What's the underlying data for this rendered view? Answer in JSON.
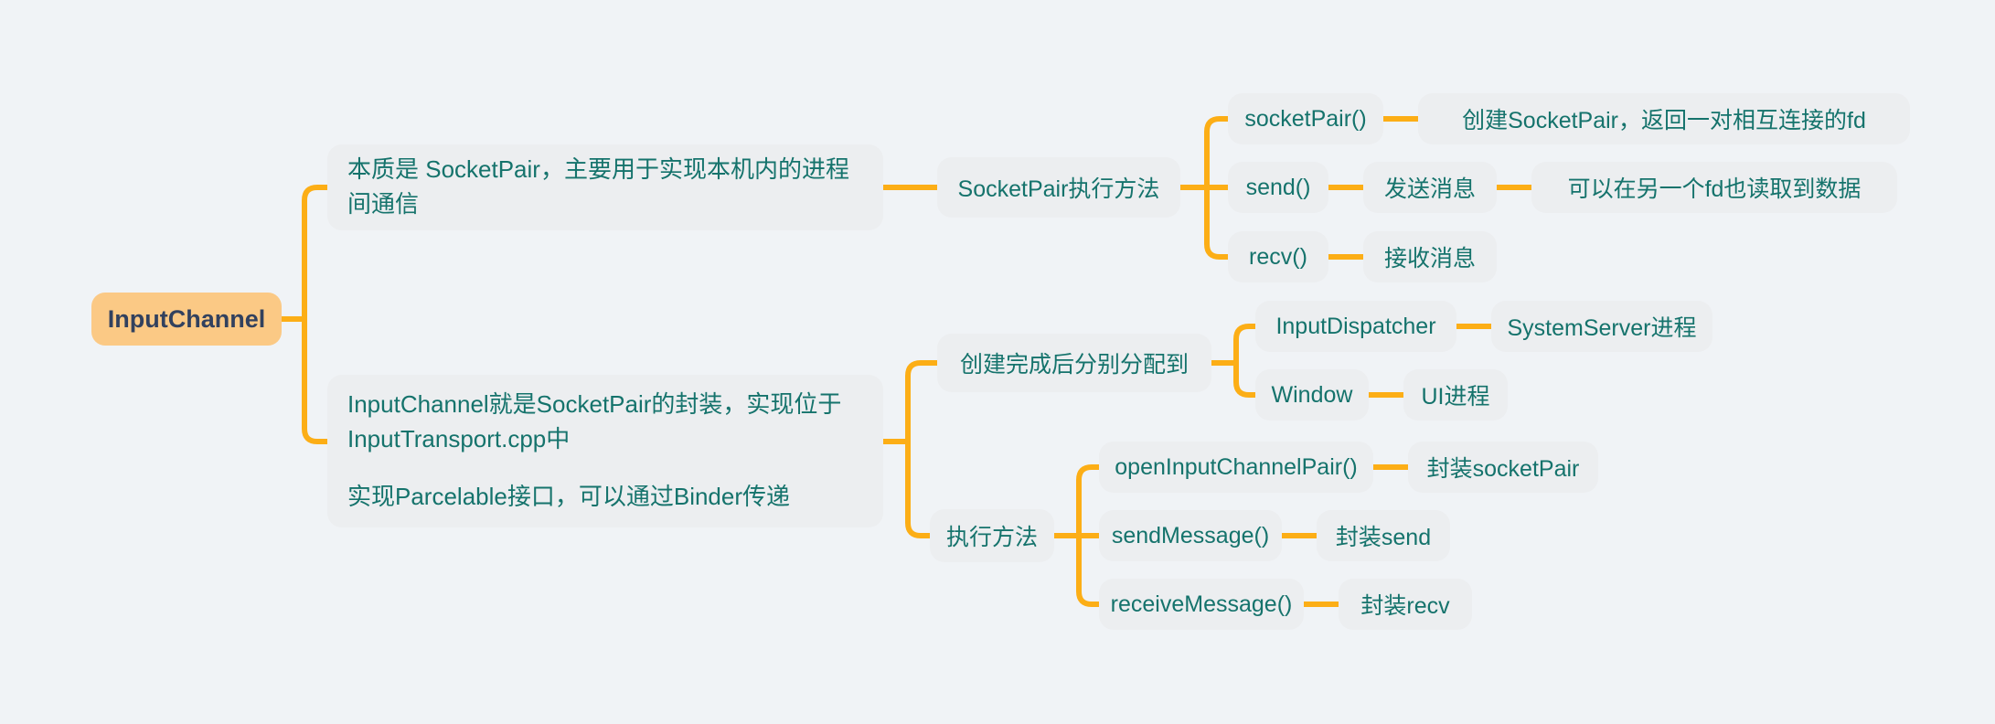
{
  "colors": {
    "page_bg": "#f0f3f6",
    "node_bg": "#eceef0",
    "root_bg": "#fbc985",
    "root_text": "#32415e",
    "topic_text": "#15736c",
    "connector": "#fcae16"
  },
  "tree": {
    "label": "InputChannel",
    "children": [
      {
        "label": "本质是 SocketPair，主要用于实现本机内的进程间通信",
        "children": [
          {
            "label": "SocketPair执行方法",
            "children": [
              {
                "label": "socketPair()",
                "children": [
                  {
                    "label": "创建SocketPair，返回一对相互连接的fd"
                  }
                ]
              },
              {
                "label": "send()",
                "children": [
                  {
                    "label": "发送消息",
                    "children": [
                      {
                        "label": "可以在另一个fd也读取到数据"
                      }
                    ]
                  }
                ]
              },
              {
                "label": "recv()",
                "children": [
                  {
                    "label": "接收消息"
                  }
                ]
              }
            ]
          }
        ]
      },
      {
        "paragraphs": [
          "InputChannel就是SocketPair的封装，实现位于InputTransport.cpp中",
          "实现Parcelable接口，可以通过Binder传递"
        ],
        "children": [
          {
            "label": "创建完成后分别分配到",
            "children": [
              {
                "label": "InputDispatcher",
                "children": [
                  {
                    "label": "SystemServer进程"
                  }
                ]
              },
              {
                "label": "Window",
                "children": [
                  {
                    "label": "UI进程"
                  }
                ]
              }
            ]
          },
          {
            "label": "执行方法",
            "children": [
              {
                "label": "openInputChannelPair()",
                "children": [
                  {
                    "label": "封装socketPair"
                  }
                ]
              },
              {
                "label": "sendMessage()",
                "children": [
                  {
                    "label": "封装send"
                  }
                ]
              },
              {
                "label": "receiveMessage()",
                "children": [
                  {
                    "label": "封装recv"
                  }
                ]
              }
            ]
          }
        ]
      }
    ]
  }
}
